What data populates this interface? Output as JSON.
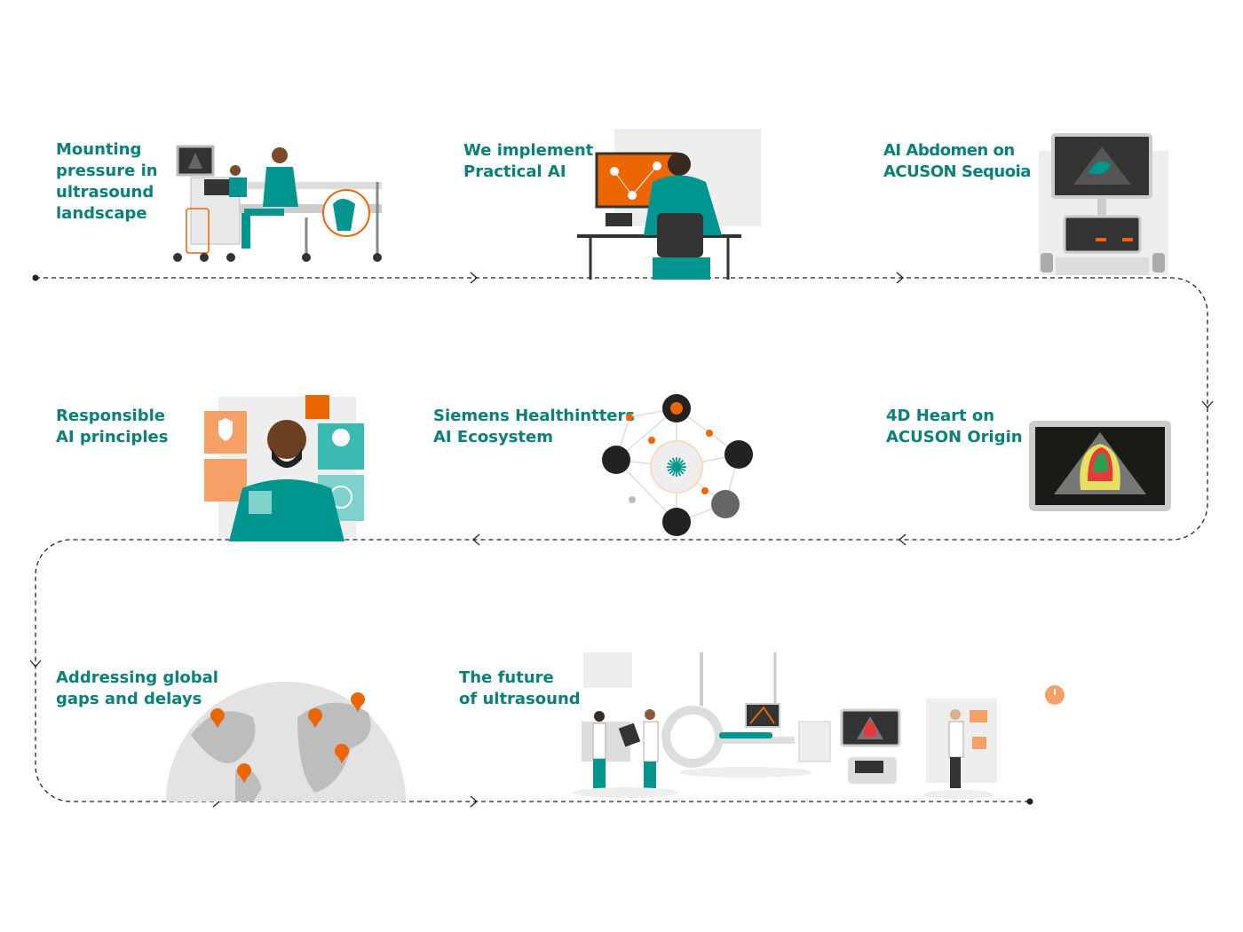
{
  "steps": [
    {
      "title": "Mounting\npressure in\nultrasound\nlandscape"
    },
    {
      "title": "We implement\nPractical AI"
    },
    {
      "title": "AI Abdomen on\nACUSON Sequoia"
    },
    {
      "title": "Responsible\nAI principles"
    },
    {
      "title": "Siemens Healthintters\nAI Ecosystem"
    },
    {
      "title": "4D Heart on\nACUSON Origin"
    },
    {
      "title": "Addressing global\ngaps and delays"
    },
    {
      "title": "The future\nof ultrasound"
    }
  ],
  "colors": {
    "teal": "#0a8079",
    "teal_fill": "#00968f",
    "orange": "#ec6602",
    "line": "#222222",
    "grey": "#e3e3e3"
  }
}
